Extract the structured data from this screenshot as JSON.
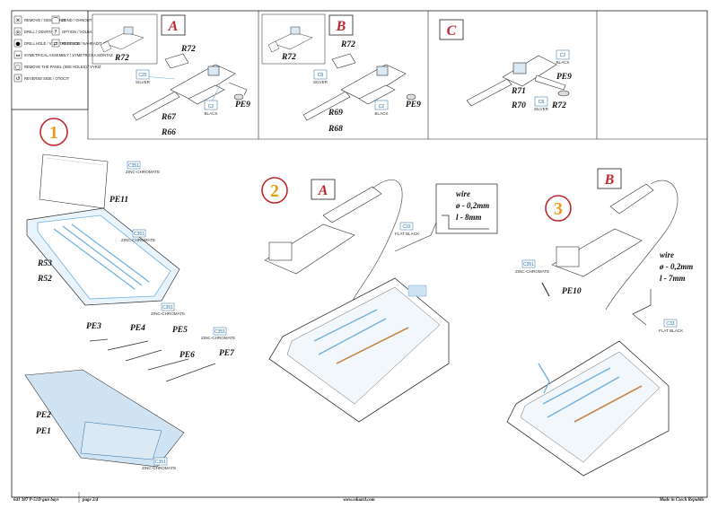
{
  "legend": [
    {
      "icon": "remove-icon",
      "text": "REMOVE / ODSTRANIT"
    },
    {
      "icon": "bend-icon",
      "text": "BEND / OHNOUT"
    },
    {
      "icon": "drill-icon",
      "text": "DRILL / ODVRTAT"
    },
    {
      "icon": "option-icon",
      "text": "OPTION / VOLBA"
    },
    {
      "icon": "drill-hole-icon",
      "text": "DRILL HOLE / VYVRTAT OTVOR"
    },
    {
      "icon": "replace-icon",
      "text": "REPLACE / NAHRADIT"
    },
    {
      "icon": "symmetrical-icon",
      "text": "SYMETRICAL ASSEMBLY / SYMETRICKA MONTAZ"
    },
    {
      "icon": "remove-paneling-icon",
      "text": "REMOVE THE PANEL (SEE HOLES) / VYRIZ"
    },
    {
      "icon": "reverse-side-icon",
      "text": "REVERSE SIDE / OTOCIT"
    }
  ],
  "variants": {
    "a": {
      "letter": "A",
      "parts": [
        "R72",
        "R72",
        "R67",
        "R66",
        "PE9"
      ],
      "callout": {
        "code": "C25",
        "name": "SILVER"
      },
      "callout2": {
        "code": "C2",
        "name": "BLACK"
      }
    },
    "b": {
      "letter": "B",
      "parts": [
        "R72",
        "R72",
        "R69",
        "R68",
        "PE9"
      ],
      "callout": {
        "code": "C8",
        "name": "SILVER"
      },
      "callout2": {
        "code": "C2",
        "name": "BLACK"
      }
    },
    "c": {
      "letter": "C",
      "parts": [
        "PE9",
        "R71",
        "R70",
        "R72"
      ],
      "callout": {
        "code": "C8",
        "name": "SILVER"
      },
      "callout2": {
        "code": "C2",
        "name": "BLACK"
      }
    }
  },
  "steps": {
    "one": {
      "number": "1",
      "parts": [
        "PE11",
        "R53",
        "R52",
        "PE3",
        "PE4",
        "PE5",
        "PE6",
        "PE7",
        "PE2",
        "PE1"
      ],
      "colors": [
        {
          "code": "C351",
          "name": "ZINC-CHROMATE"
        },
        {
          "code": "C351",
          "name": "ZINC-CHROMATE"
        },
        {
          "code": "C351",
          "name": "ZINC-CHROMATE"
        },
        {
          "code": "C351",
          "name": "ZINC-CHROMATE"
        },
        {
          "code": "C351",
          "name": "ZINC-CHROMATE"
        }
      ]
    },
    "two": {
      "number": "2",
      "variant": "A",
      "wire": {
        "title": "wire",
        "diameter": "ø - 0,2mm",
        "length": "l - 8mm"
      },
      "color": {
        "code": "C33",
        "name": "FLAT BLACK"
      }
    },
    "three": {
      "number": "3",
      "variant": "B",
      "part": "PE10",
      "wire": {
        "title": "wire",
        "diameter": "ø - 0,2mm",
        "length": "l - 7mm"
      },
      "colors": [
        {
          "code": "C351",
          "name": "ZINC-CHROMATE"
        },
        {
          "code": "C33",
          "name": "FLAT BLACK"
        }
      ]
    }
  },
  "footer": {
    "product": "641 387   P-51D gun bays",
    "page": "page 2/4",
    "url": "www.eduard.com",
    "origin": "Made in Czech Republic"
  }
}
